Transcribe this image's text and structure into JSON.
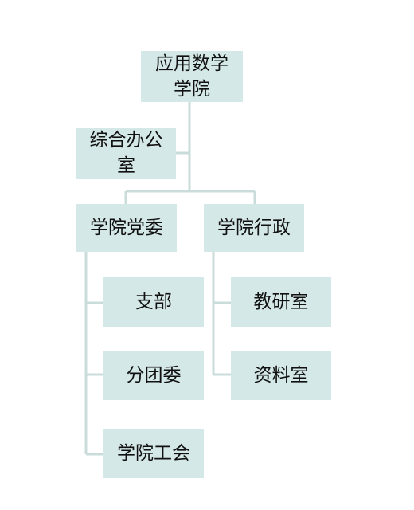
{
  "colors": {
    "node_fill": "#d4e8e7",
    "connector": "#c9dcda",
    "text": "#111111"
  },
  "org_chart": {
    "root": {
      "line1": "应用数学",
      "line2": "学院"
    },
    "assistant": {
      "line1": "综合办公",
      "line2": "室"
    },
    "branches": [
      {
        "label": "学院党委",
        "children": [
          "支部",
          "分团委",
          "学院工会"
        ]
      },
      {
        "label": "学院行政",
        "children": [
          "教研室",
          "资料室"
        ]
      }
    ]
  }
}
